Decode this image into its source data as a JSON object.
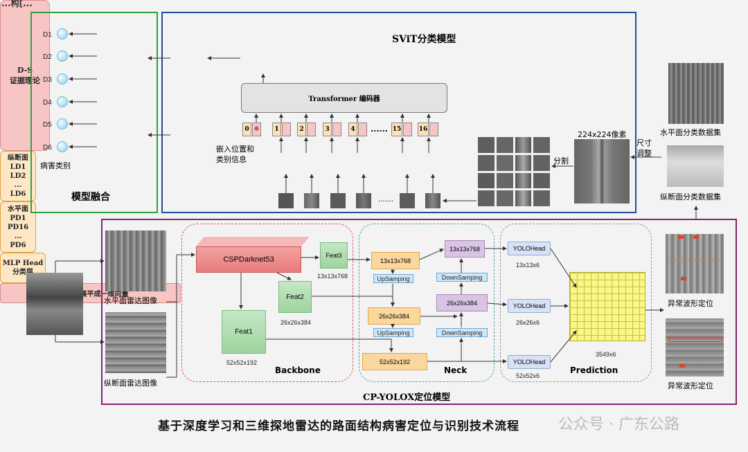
{
  "top_left_text": "...构[...",
  "model_fusion": {
    "title": "模型融合",
    "ds_box": "D-S\n证据理论",
    "outputs": [
      "D1",
      "D2",
      "D3",
      "D4",
      "D5",
      "D6"
    ],
    "disease_label": "病害类别"
  },
  "svit": {
    "title": "SViT分类模型",
    "mlp_head": "MLP Head\n分类层",
    "transformer": "Transformer 编码器",
    "vertical_box": "纵断面\nLD1\nLD2\n...\nLD6",
    "horizontal_box": "水平面\nPD1\nPD16\n...\nPD6",
    "embed_label": "嵌入位置和\n类别信息",
    "flatten_box": "将图像块展平成一维向量",
    "tokens": [
      "0",
      "※",
      "1",
      "",
      "2",
      "",
      "3",
      "",
      "4",
      "",
      "15",
      "",
      "16",
      ""
    ],
    "token_ellipsis": "......",
    "patch_ellipsis": ".......",
    "split_label": "分割",
    "image_size_label": "224x224像素",
    "resize_label": "尺寸\n调整"
  },
  "datasets": {
    "horizontal": "水平面分类数据集",
    "vertical": "纵断面分类数据集"
  },
  "yolox": {
    "title": "CP-YOLOX定位模型",
    "backbone": {
      "label": "Backbone",
      "csp": "CSPDarknet53",
      "feat3": "Feat3",
      "feat3_dim": "13x13x768",
      "feat2": "Feat2",
      "feat2_dim": "26x26x384",
      "feat1": "Feat1",
      "feat1_dim": "52x52x192"
    },
    "neck": {
      "label": "Neck",
      "n1": "13x13x768",
      "up1": "UpSamping",
      "n2": "26x26x384",
      "up2": "UpSamping",
      "n3": "52x52x192",
      "down1": "DownSamping",
      "down2": "DownSamping",
      "n4": "26x26x384",
      "n5": "13x13x768"
    },
    "prediction": {
      "label": "Prediction",
      "head1": "YOLOHead",
      "head1_dim": "13x13x6",
      "head2": "YOLOHead",
      "head2_dim": "26x26x6",
      "head3": "YOLOHead",
      "head3_dim": "52x52x6",
      "cube_dim": "3549x6"
    },
    "horizontal_radar": "水平面雷达图像",
    "vertical_radar": "纵断面雷达图像",
    "anomaly1": "异常波形定位",
    "anomaly2": "异常波形定位"
  },
  "caption": "基于深度学习和三维探地雷达的路面结构病害定位与识别技术流程",
  "watermark": "公众号 · 广东公路",
  "colors": {
    "green": "#2ea043",
    "blue": "#1f4e9a",
    "purple": "#8a1f6e",
    "pink": "#f6c5c4",
    "orange": "#fde7c5"
  }
}
